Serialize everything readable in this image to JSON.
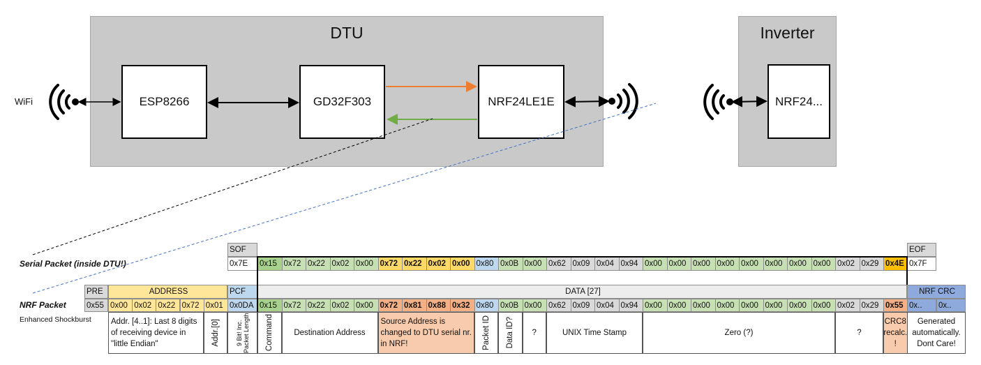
{
  "diagram": {
    "dtu": {
      "title": "DTU",
      "chips": [
        "ESP8266",
        "GD32F303",
        "NRF24LE1E"
      ]
    },
    "inverter": {
      "title": "Inverter",
      "chip": "NRF24..."
    },
    "wifi_label": "WiFi",
    "icons": [
      "wifi-antenna-icon",
      "radio-antenna-icon"
    ],
    "colors": {
      "tx_arrow": "#ed7d31",
      "rx_arrow": "#70ad47",
      "serial_link": "#000000",
      "nrf_link": "#4472c4"
    }
  },
  "serial_packet": {
    "label": "Serial Packet (inside DTU!)",
    "sof": {
      "header": "SOF",
      "value": "0x7E"
    },
    "eof": {
      "header": "EOF",
      "value": "0x7F"
    },
    "data": [
      {
        "v": "0x15",
        "c": "#a9d18e"
      },
      {
        "v": "0x72",
        "c": "#c6e0b4"
      },
      {
        "v": "0x22",
        "c": "#c6e0b4"
      },
      {
        "v": "0x02",
        "c": "#c6e0b4"
      },
      {
        "v": "0x00",
        "c": "#c6e0b4"
      },
      {
        "v": "0x72",
        "c": "#ffd966",
        "b": true
      },
      {
        "v": "0x22",
        "c": "#ffd966",
        "b": true
      },
      {
        "v": "0x02",
        "c": "#ffd966",
        "b": true
      },
      {
        "v": "0x00",
        "c": "#ffd966",
        "b": true
      },
      {
        "v": "0x80",
        "c": "#bdd7ee"
      },
      {
        "v": "0x0B",
        "c": "#c6e0b4"
      },
      {
        "v": "0x00",
        "c": "#c6e0b4"
      },
      {
        "v": "0x62",
        "c": "#d9d9d9"
      },
      {
        "v": "0x09",
        "c": "#d9d9d9"
      },
      {
        "v": "0x04",
        "c": "#d9d9d9"
      },
      {
        "v": "0x94",
        "c": "#d9d9d9"
      },
      {
        "v": "0x00",
        "c": "#c6e0b4"
      },
      {
        "v": "0x00",
        "c": "#c6e0b4"
      },
      {
        "v": "0x00",
        "c": "#c6e0b4"
      },
      {
        "v": "0x00",
        "c": "#c6e0b4"
      },
      {
        "v": "0x00",
        "c": "#c6e0b4"
      },
      {
        "v": "0x00",
        "c": "#c6e0b4"
      },
      {
        "v": "0x00",
        "c": "#c6e0b4"
      },
      {
        "v": "0x00",
        "c": "#c6e0b4"
      },
      {
        "v": "0x02",
        "c": "#d9d9d9"
      },
      {
        "v": "0x29",
        "c": "#d9d9d9"
      },
      {
        "v": "0x4E",
        "c": "#ffc000",
        "b": true
      }
    ]
  },
  "nrf_packet": {
    "label": "NRF Packet",
    "sublabel": "Enhanced Shockburst",
    "headers": {
      "pre": "PRE",
      "address": "ADDRESS",
      "pcf": "PCF",
      "data": "DATA [27]",
      "crc": "NRF CRC"
    },
    "pre": "0x55",
    "address": [
      "0x00",
      "0x02",
      "0x22",
      "0x72",
      "0x01"
    ],
    "pcf": "0x0DA",
    "data": [
      {
        "v": "0x15",
        "c": "#a9d18e"
      },
      {
        "v": "0x72",
        "c": "#c6e0b4"
      },
      {
        "v": "0x22",
        "c": "#c6e0b4"
      },
      {
        "v": "0x02",
        "c": "#c6e0b4"
      },
      {
        "v": "0x00",
        "c": "#c6e0b4"
      },
      {
        "v": "0x72",
        "c": "#f4b084",
        "b": true
      },
      {
        "v": "0x81",
        "c": "#f4b084",
        "b": true
      },
      {
        "v": "0x88",
        "c": "#f4b084",
        "b": true
      },
      {
        "v": "0x32",
        "c": "#f4b084",
        "b": true
      },
      {
        "v": "0x80",
        "c": "#bdd7ee"
      },
      {
        "v": "0x0B",
        "c": "#c6e0b4"
      },
      {
        "v": "0x00",
        "c": "#c6e0b4"
      },
      {
        "v": "0x62",
        "c": "#d9d9d9"
      },
      {
        "v": "0x09",
        "c": "#d9d9d9"
      },
      {
        "v": "0x04",
        "c": "#d9d9d9"
      },
      {
        "v": "0x94",
        "c": "#d9d9d9"
      },
      {
        "v": "0x00",
        "c": "#c6e0b4"
      },
      {
        "v": "0x00",
        "c": "#c6e0b4"
      },
      {
        "v": "0x00",
        "c": "#c6e0b4"
      },
      {
        "v": "0x00",
        "c": "#c6e0b4"
      },
      {
        "v": "0x00",
        "c": "#c6e0b4"
      },
      {
        "v": "0x00",
        "c": "#c6e0b4"
      },
      {
        "v": "0x00",
        "c": "#c6e0b4"
      },
      {
        "v": "0x00",
        "c": "#c6e0b4"
      },
      {
        "v": "0x02",
        "c": "#d9d9d9"
      },
      {
        "v": "0x29",
        "c": "#d9d9d9"
      },
      {
        "v": "0x55",
        "c": "#f4b084",
        "b": true
      }
    ],
    "crc": [
      "0x..",
      "0x.."
    ],
    "descriptions": {
      "addr_hi": "Addr. [4..1]: Last 8 digits of receiving device in \"little Endian\"",
      "addr_lo": "Addr.[0]",
      "pcf": "9 Bit! Inc. Packet Length",
      "command": "Command",
      "destination": "Destination Address",
      "source": "Source Address is changed to DTU serial nr. in NRF!",
      "packet_id": "Packet ID",
      "data_id": "Data ID?",
      "unknown1": "?",
      "timestamp": "UNIX Time Stamp",
      "zero": "Zero (?)",
      "unknown2": "?",
      "crc8": "CRC8 recalc. !",
      "nrf_crc": "Generated automatically. Dont Care!"
    }
  }
}
